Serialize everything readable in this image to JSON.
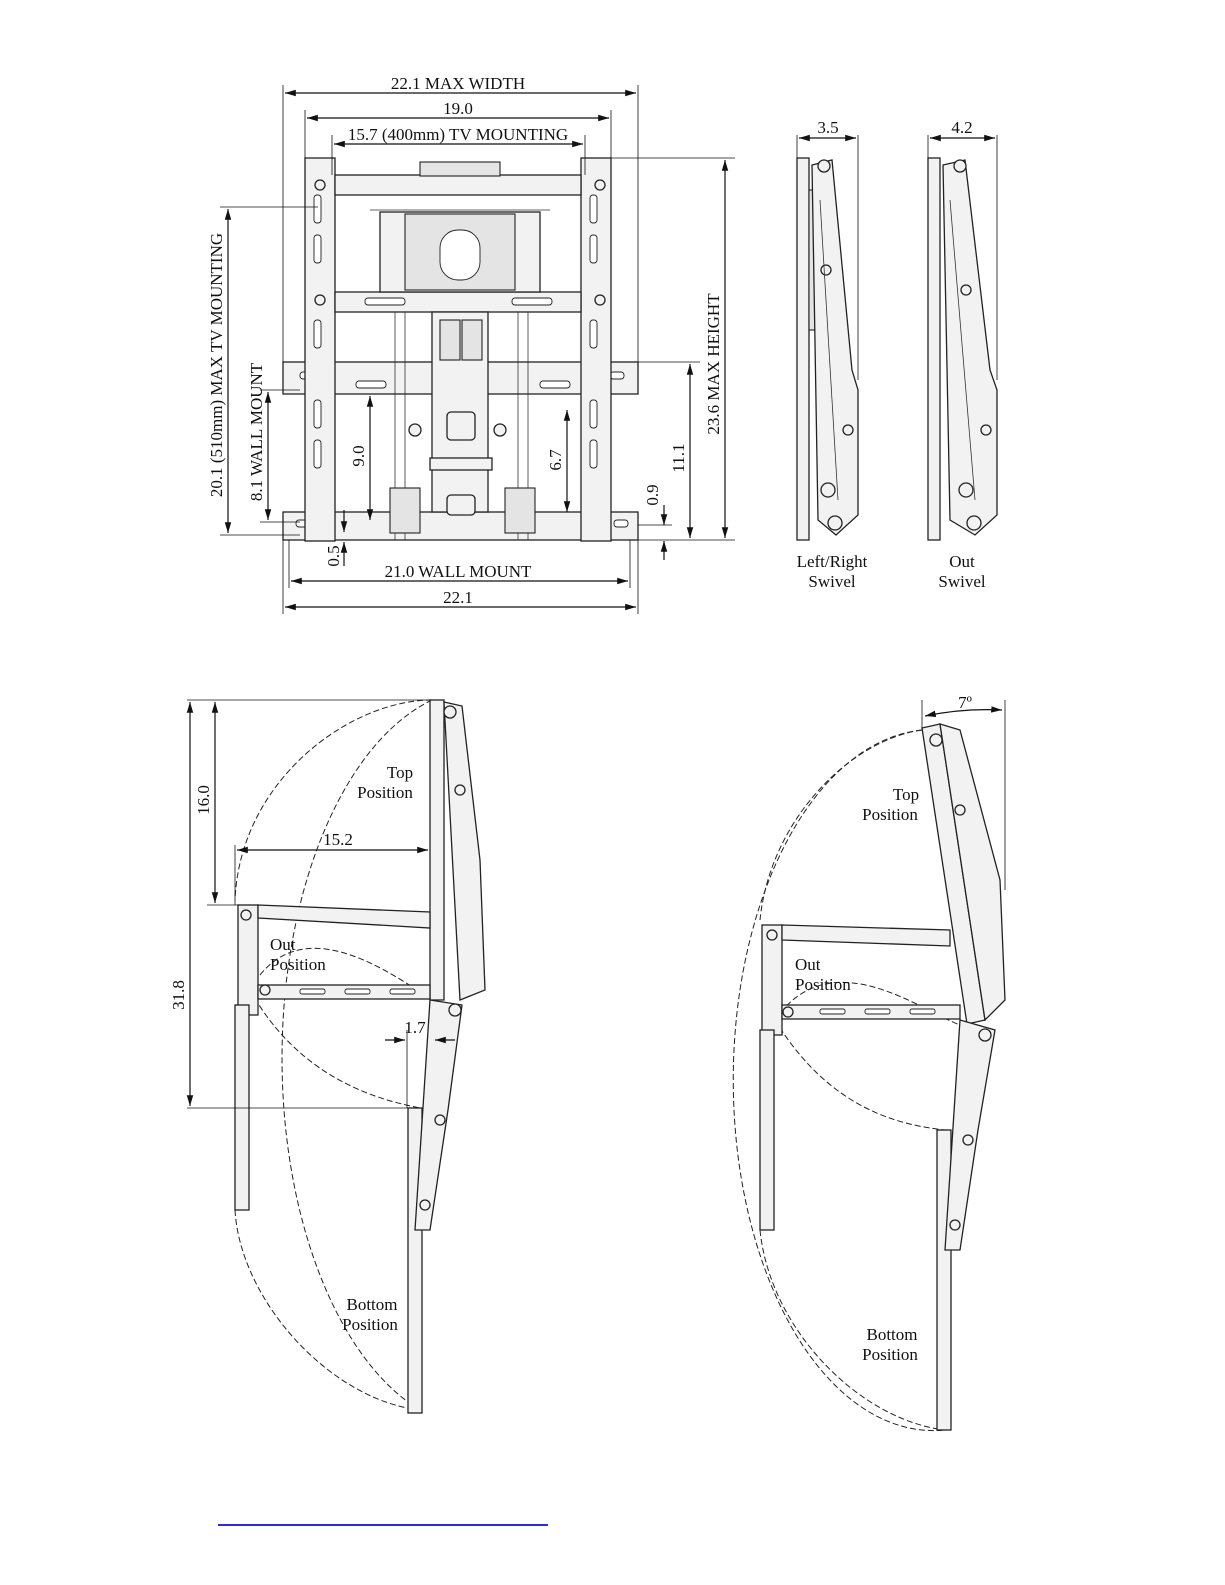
{
  "front_view": {
    "dims": {
      "max_width": "22.1 MAX WIDTH",
      "width_19": "19.0",
      "tv_mounting_h": "15.7 (400mm) TV MOUNTING",
      "max_tv_mounting_v": "20.1 (510mm) MAX TV MOUNTING",
      "wall_mount_v": "8.1 WALL MOUNT",
      "d_9_0": "9.0",
      "d_6_7": "6.7",
      "d_11_1": "11.1",
      "max_height": "23.6 MAX HEIGHT",
      "d_0_9": "0.9",
      "d_0_5": "0.5",
      "wall_mount_h": "21.0 WALL MOUNT",
      "bottom_width": "22.1"
    }
  },
  "side_views": [
    {
      "dim": "3.5",
      "label_line1": "Left/Right",
      "label_line2": "Swivel"
    },
    {
      "dim": "4.2",
      "label_line1": "Out",
      "label_line2": "Swivel"
    }
  ],
  "motion_left": {
    "d_16_0": "16.0",
    "d_15_2": "15.2",
    "d_31_8": "31.8",
    "d_1_7": "1.7",
    "top": [
      "Top",
      "Position"
    ],
    "out": [
      "Out",
      "Position"
    ],
    "bottom": [
      "Bottom",
      "Position"
    ]
  },
  "motion_right": {
    "angle": "7º",
    "top": [
      "Top",
      "Position"
    ],
    "out": [
      "Out",
      "Position"
    ],
    "bottom": [
      "Bottom",
      "Position"
    ]
  },
  "colors": {
    "link": "#2a2ae0",
    "line": "#111111"
  }
}
